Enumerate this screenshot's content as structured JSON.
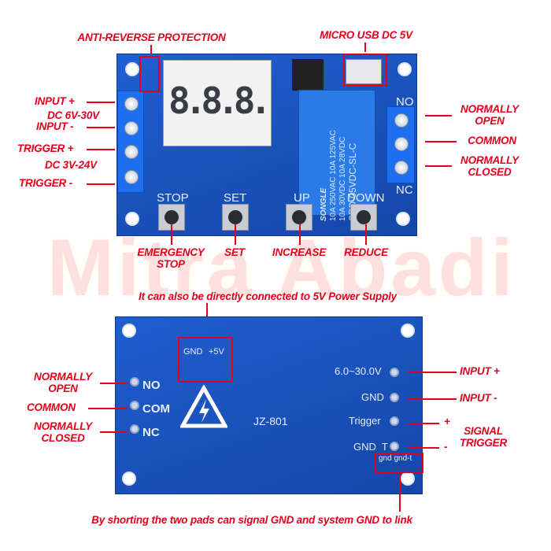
{
  "watermark": "Mitra Abadi",
  "front": {
    "callouts": {
      "anti_reverse": "ANTI-REVERSE PROTECTION",
      "micro_usb": "MICRO USB DC 5V",
      "input_plus": "INPUT +",
      "dc_input": "DC 6V-30V",
      "input_minus": "INPUT -",
      "trigger_plus": "TRIGGER +",
      "dc_trigger": "DC 3V-24V",
      "trigger_minus": "TRIGGER -",
      "normally_open": [
        "NORMALLY",
        "OPEN"
      ],
      "common": "COMMON",
      "normally_closed": [
        "NORMALLY",
        "CLOSED"
      ],
      "emergency_stop": [
        "EMERGENCY",
        "STOP"
      ],
      "set": "SET",
      "increase": "INCREASE",
      "reduce": "REDUCE"
    },
    "silkscreen": {
      "stop": "STOP",
      "set": "SET",
      "up": "UP",
      "down": "DOWN",
      "no": "NO",
      "nc": "NC",
      "display": "8.8.8.",
      "relay": [
        "SONGLE",
        "10A 250VAC  10A 125VAC",
        "10A 30VDC  10A 28VDC",
        "SRD-05VDC-SL-C"
      ]
    }
  },
  "back": {
    "callouts": {
      "power_note": "It can also be directly connected to 5V Power Supply",
      "normally_open": [
        "NORMALLY",
        "OPEN"
      ],
      "common": "COMMON",
      "normally_closed": [
        "NORMALLY",
        "CLOSED"
      ],
      "input_plus": "INPUT +",
      "input_minus": "INPUT -",
      "plus": "+",
      "minus": "-",
      "signal_trigger": [
        "SIGNAL",
        "TRIGGER"
      ],
      "short_note": "By shorting the two pads can signal GND and system GND to link"
    },
    "silkscreen": {
      "gnd": "GND",
      "plus5v": "+5V",
      "no": "NO",
      "com": "COM",
      "nc": "NC",
      "model": "JZ-801",
      "vin": "6.0~30.0V",
      "gnd2": "GND",
      "trigger": "Trigger",
      "gnd_t": "GND  T",
      "pads": "gnd gnd-t"
    }
  }
}
